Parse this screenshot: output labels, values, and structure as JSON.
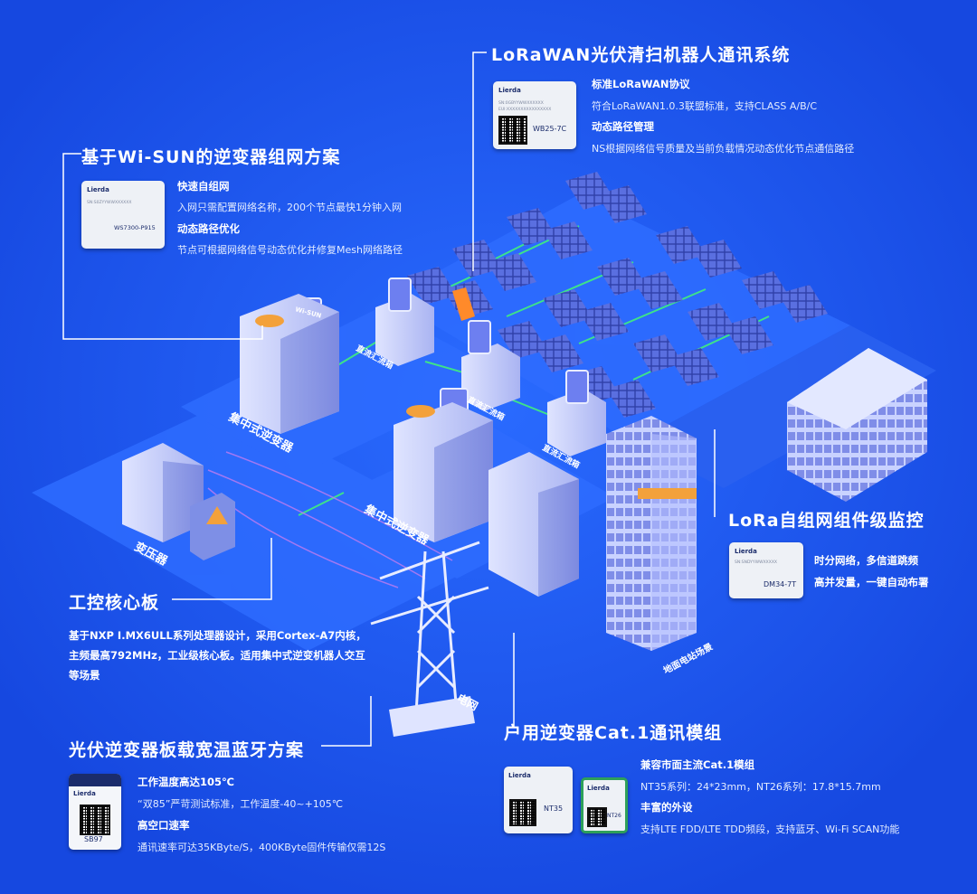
{
  "colors": {
    "background": "#1b56f2",
    "accent_line": "#ffffff",
    "connection": "#3ee28a",
    "orange": "#ff8a2a"
  },
  "sections": {
    "lorawan": {
      "title": "LoRaWAN光伏清扫机器人通讯系统",
      "f1_title": "标准LoRaWAN协议",
      "f1_text": "符合LoRaWAN1.0.3联盟标准，支持CLASS A/B/C",
      "f2_title": "动态路径管理",
      "f2_text": "NS根据网络信号质量及当前负载情况动态优化节点通信路径",
      "chip": {
        "brand": "Lierda",
        "sn1": "SN:0GBYYWWXXXXXX",
        "sn2": "EUI:XXXXXXXXXXXXXXXX",
        "model": "WB25-7C"
      }
    },
    "wisun": {
      "title": "基于Wi-SUN的逆变器组网方案",
      "f1_title": "快速自组网",
      "f1_text": "入网只需配置网络名称，200个节点最快1分钟入网",
      "f2_title": "动态路径优化",
      "f2_text": "节点可根据网络信号动态优化并修复Mesh网络路径",
      "chip": {
        "brand": "Lierda",
        "sn1": "SN:S0ZYYWWXXXXXX",
        "model": "WS7300-P915"
      }
    },
    "lora": {
      "title": "LoRa自组网组件级监控",
      "line1": "时分网络，多信道跳频",
      "line2": "高并发量，一键自动布署",
      "chip": {
        "brand": "Lierda",
        "sn1": "SN:SNDYYWWXXXXX",
        "model": "DM34-7T"
      }
    },
    "control": {
      "title": "工控核心板",
      "text": "基于NXP I.MX6ULL系列处理器设计，采用Cortex-A7内核，主频最高792MHz，工业级核心板。适用集中式逆变机器人交互等场景"
    },
    "bluetooth": {
      "title": "光伏逆变器板载宽温蓝牙方案",
      "f1_title": "工作温度高达105℃",
      "f1_text": "“双85”严苛测试标准，工作温度-40~+105℃",
      "f2_title": "高空口速率",
      "f2_text": "通讯速率可达35KByte/S，400KByte固件传输仅需12S",
      "chip": {
        "brand": "Lierda",
        "model": "SB97"
      }
    },
    "cat1": {
      "title": "户用逆变器Cat.1通讯模组",
      "f1_title": "兼容市面主流Cat.1模组",
      "f1_text": "NT35系列：24*23mm，NT26系列：17.8*15.7mm",
      "f2_title": "丰富的外设",
      "f2_text": "支持LTE FDD/LTE TDD频段，支持蓝牙、Wi-Fi SCAN功能",
      "chip1": {
        "brand": "Lierda",
        "model": "NT35"
      },
      "chip2": {
        "brand": "Lierda",
        "model": "NT26"
      }
    }
  },
  "scene_labels": {
    "central_inverter_1": "集中式逆变器",
    "central_inverter_2": "集中式逆变器",
    "transformer": "变压器",
    "grid": "电网",
    "ground_station": "地面电站场景",
    "combiner_1": "直流汇流箱",
    "combiner_2": "直流汇流箱",
    "combiner_3": "直流汇流箱",
    "wisun_badge": "Wi-SUN"
  },
  "icons": [
    "solar-panel-icon",
    "wisun-sign-icon",
    "inverter-cabinet-icon",
    "transformer-icon",
    "power-tower-icon",
    "building-icon",
    "module-chip-icon",
    "qr-code-icon"
  ]
}
